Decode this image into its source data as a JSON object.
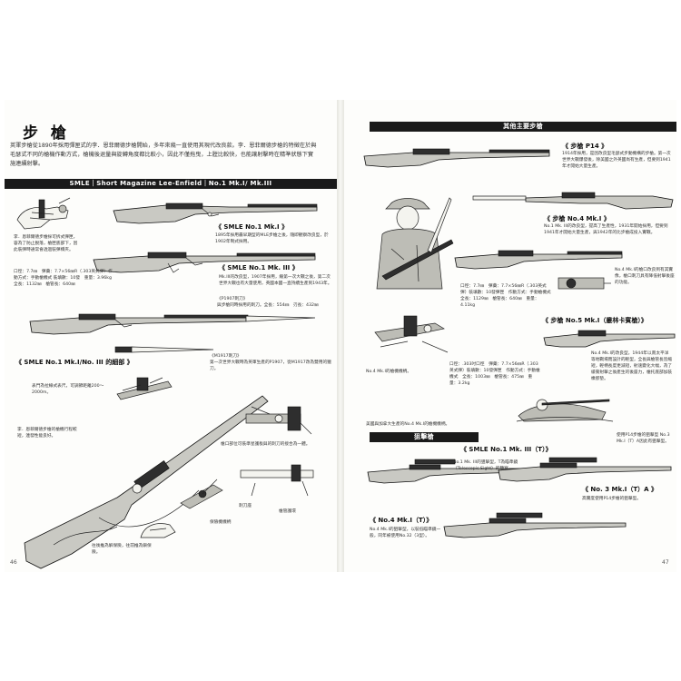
{
  "left_page": {
    "title": "步 槍",
    "intro": "英軍步槍從1890年採用彈匣式的李．恩菲爾德步槍開始，多年來幾一直使用其現代改良款。李．恩菲爾德步槍的特徵在於與毛瑟式不同的槍機作動方式，槍機後退量與旋轉角度都比較小，因此不僅拖曳，上膛比較快，也能讓射擊時在精準狀態下實施連續射擊。",
    "banner": "SMLE｜Short Magazine Lee-Enfield｜No.1 Mk.I/ Mk.III",
    "callout_bolt": "李．恩菲爾德步槍採可拆式彈匣，容為了防止脫落，槍匣底部下，因此裝彈時通常會透過裝彈橋夾。",
    "smle_mk1_heading": "《 SMLE No.1 Mk.I 》",
    "smle_mk1_text": "1895年採用最早期型的MLE步槍之後，隨即觀察改良型，於1902年制式採用。",
    "smle_mk3_heading": "《 SMLE No.1 Mk. III 》",
    "smle_mk3_specs": "口徑：7.7㎜　彈藥：7.7×56㎜R（.303英式彈）作動方式：手動槍機式 裝填數：10發　重量：3.96kg　全長：1132㎜　槍管長：640㎜",
    "smle_mk3_text": "Mk.III的改良型，1907年採用，繼第一次大戰之後，第二次世界大戰也有大量使用，英國本國一直持續生產到1943年。",
    "bayonet_p1907_label": "《P1907刺刀》",
    "bayonet_p1907_text": "與步槍同時採用的刺刀。全長：554㎜　刃長：432㎜",
    "bayonet_m1917_label": "《M1917刺刀》",
    "bayonet_m1917_text": "第一次世界大戰時為英軍生產的P1907，從M1917改為雙用的獵刀。",
    "breakdown_heading": "《 SMLE No.1 Mk.I/No. III 的細部 》",
    "sight_callout": "表門為拉線式表尺，可調節距離200～2000m。",
    "bolt_callout": "李．恩菲爾德步槍的槍機行程較短，連發性能良好。",
    "clip_callout": "槍口部位可裝準星護板與的刺刀的接合為一體。",
    "bayonet_mount_label": "刺刀座",
    "front_sight_label": "槍管護環",
    "safety_label": "保險機機柄",
    "safety_callout": "往後推為解保險，往前推為鎖保險。",
    "page_number": "46"
  },
  "right_page": {
    "banner_main": "其他主要步槍",
    "p14_heading": "《 步槍 P14 》",
    "p14_text": "1914年採用，是因改良型毛瑟式步動機構的步槍。第一次世界大戰爆發後，除美國之外英國尚有生產，但要到1941年才開始大量生產。",
    "no4_heading": "《 步槍 No.4 Mk.I 》",
    "no4_text": "No.1 Mk. III的改良型，提高了生產性，1931年開始採用，但要到1941年才開始大量生產，與1942年的比步槍成投入實戰。",
    "soldier_caption": "No.4 Mk.I的槍口改良到有其實像，槍口刺刀具有降低射擊後座的功能。",
    "no4_specs": "口徑：7.7㎜　彈藥：7.7×56㎜R（.303英式彈）裝填數：10發彈匣　作動方式：手動槍機式　全長：1129㎜　槍管長：640㎜　重量：4.11kg",
    "no5_heading": "《 步槍 No.5 Mk.I（叢林卡賓槍）》",
    "no5_text": "No.4 Mk.I的改良型，1944年以南太平洋等地戰場而設計的輕型，全長與槍管長皆縮短，輕柄長度更減短，射速變化大幅，為了緩衝射擊之後產生的後座力，槍托底部加裝橡膠墊。",
    "no5_specs": "口徑：.303吋口徑　彈藥：7.7×56㎜R（.303英式彈）裝填數：10發彈匣　作動方式：手動槍機式　全長：1003㎜　槍管長：475㎜　重量：3.2kg",
    "no4_detail_caption": "No.4 Mk.I的槍機機柄。",
    "canada_caption": "美國與加拿大生產的No.4 Mk.I的槍機機柄。",
    "sniper_banner": "狙擊槍",
    "smle_t_heading": "《 SMLE No.1 Mk. III（T）》",
    "smle_t_text": "No.1 Mk. III的狙擊型，T為瞄準鏡（Telescopic Sight）的簡寫。",
    "p14_t_caption": "使用P14步槍的狙擊型 No.3 Mk.I（T）A因此有狙擊型。",
    "no3_t_heading": "《 No. 3 Mk.I（T）A 》",
    "no3_t_text": "高實度使用P14步槍的狙擊型。",
    "no4_t_heading": "《 No.4 Mk.I（T）》",
    "no4_t_text": "No.4 Mk.I的狙擊型，以裝低瞄準鏡一般，同年被使用No.32（3型）。",
    "page_number": "47"
  }
}
